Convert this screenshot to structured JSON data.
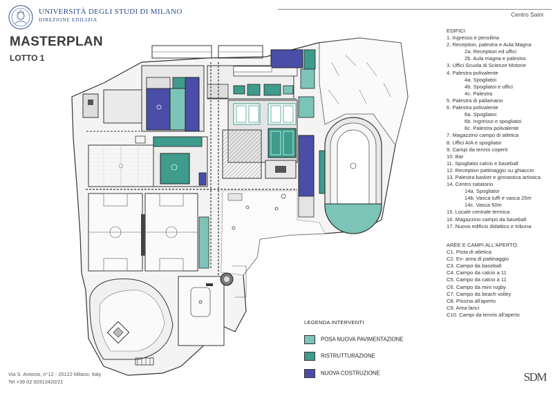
{
  "header": {
    "university": "UNIVERSITÀ DEGLI STUDI DI MILANO",
    "department": "DIREZIONE EDILIZIA",
    "location": "Centro Saini"
  },
  "title": "MASTERPLAN",
  "subtitle": "LOTTO 1",
  "edifici": {
    "heading": "EDIFICI",
    "items": [
      {
        "text": "1. Ingresso e pensilina",
        "indent": 0
      },
      {
        "text": "2. Reception, palestra e Aula Magna",
        "indent": 0
      },
      {
        "text": "2a. Reception ed uffici",
        "indent": 1
      },
      {
        "text": "2b. Aula magna e palestra",
        "indent": 1
      },
      {
        "text": "3. Uffici Scuola di Scienze Motorie",
        "indent": 0
      },
      {
        "text": "4. Palestra polivalente",
        "indent": 0
      },
      {
        "text": "4a. Spogliatoi",
        "indent": 1
      },
      {
        "text": "4b. Spogliatoi e uffici",
        "indent": 1
      },
      {
        "text": "4c. Palestra",
        "indent": 1
      },
      {
        "text": "5. Palestra di pallamano",
        "indent": 0
      },
      {
        "text": "6. Palestra polivalente",
        "indent": 0
      },
      {
        "text": "6a. Spogliatoi",
        "indent": 1
      },
      {
        "text": "6b. Ingresso e spogliatoi",
        "indent": 1
      },
      {
        "text": "6c. Palestra polivalente",
        "indent": 1
      },
      {
        "text": "7. Magazzino campo di atletica",
        "indent": 0
      },
      {
        "text": "8. Uffici AIA e spogliatoi",
        "indent": 0
      },
      {
        "text": "9. Campi da tennis coperti",
        "indent": 0
      },
      {
        "text": "10. Bar",
        "indent": 0
      },
      {
        "text": "11. Spogliatoi calcio e baseball",
        "indent": 0
      },
      {
        "text": "12. Reception pattinaggio su ghiaccio",
        "indent": 0
      },
      {
        "text": "13. Palestra basket e ginnastica artistica",
        "indent": 0
      },
      {
        "text": "14. Centro natatorio",
        "indent": 0
      },
      {
        "text": "14a. Spogliatoi",
        "indent": 1
      },
      {
        "text": "14b. Vasca tuffi e vasca 25m",
        "indent": 1
      },
      {
        "text": "14c. Vasca 50m",
        "indent": 1
      },
      {
        "text": "15. Locale centrale termica",
        "indent": 0
      },
      {
        "text": "16. Magazzino campo da baseball",
        "indent": 0
      },
      {
        "text": "17. Nuovo edificio didattico e tribuna",
        "indent": 0
      }
    ]
  },
  "aree": {
    "heading": "AREE E CAMPI ALL'APERTO:",
    "items": [
      "C1. Pista di atletica",
      "C2. Ex- area di pattinaggio",
      "C3. Campo da baseball",
      "C4. Campo da calcio a 11",
      "C5. Campo da calcio a 11",
      "C6. Campo da mini rugby",
      "C7. Campo da beach volley",
      "C8. Piscina all'aperto",
      "C9. Area lanci",
      "C10. Campi da tennis all'aperto"
    ]
  },
  "legenda": {
    "title": "LEGENDA INTERVENTI",
    "items": [
      {
        "label": "POSA NUOVA PAVIMENTAZIONE",
        "color": "#7cc4b8"
      },
      {
        "label": "RISTRUTTURAZIONE",
        "color": "#3f9b8c"
      },
      {
        "label": "NUOVA COSTRUZIONE",
        "color": "#4b4ea6"
      }
    ]
  },
  "footer": {
    "address": "Via S. Antonio, n°12 - 20122 Milano, Italy",
    "phone": "Tel +39 02 50313420/21"
  },
  "brand": "SDM"
}
